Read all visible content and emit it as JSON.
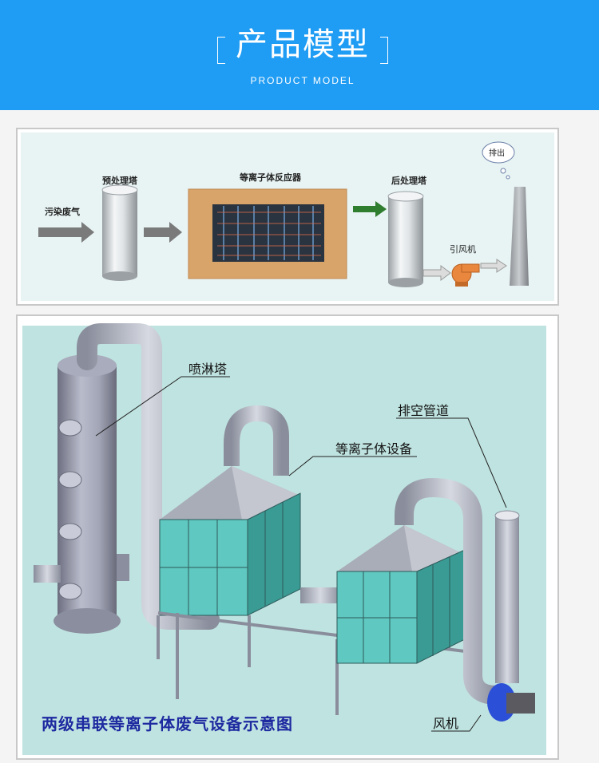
{
  "header": {
    "title": "产品模型",
    "subtitle": "PRODUCT MODEL",
    "bg_color": "#1f9cf3"
  },
  "diagram1": {
    "labels": {
      "input": "污染废气",
      "pre_tower": "预处理塔",
      "reactor": "等离子体反应器",
      "post_tower": "后处理塔",
      "fan": "引风机",
      "exhaust": "排出"
    }
  },
  "diagram2": {
    "labels": {
      "spray_tower": "喷淋塔",
      "exhaust_pipe": "排空管道",
      "plasma_unit": "等离子体设备",
      "fan": "风机",
      "caption": "两级串联等离子体废气设备示意图"
    }
  }
}
